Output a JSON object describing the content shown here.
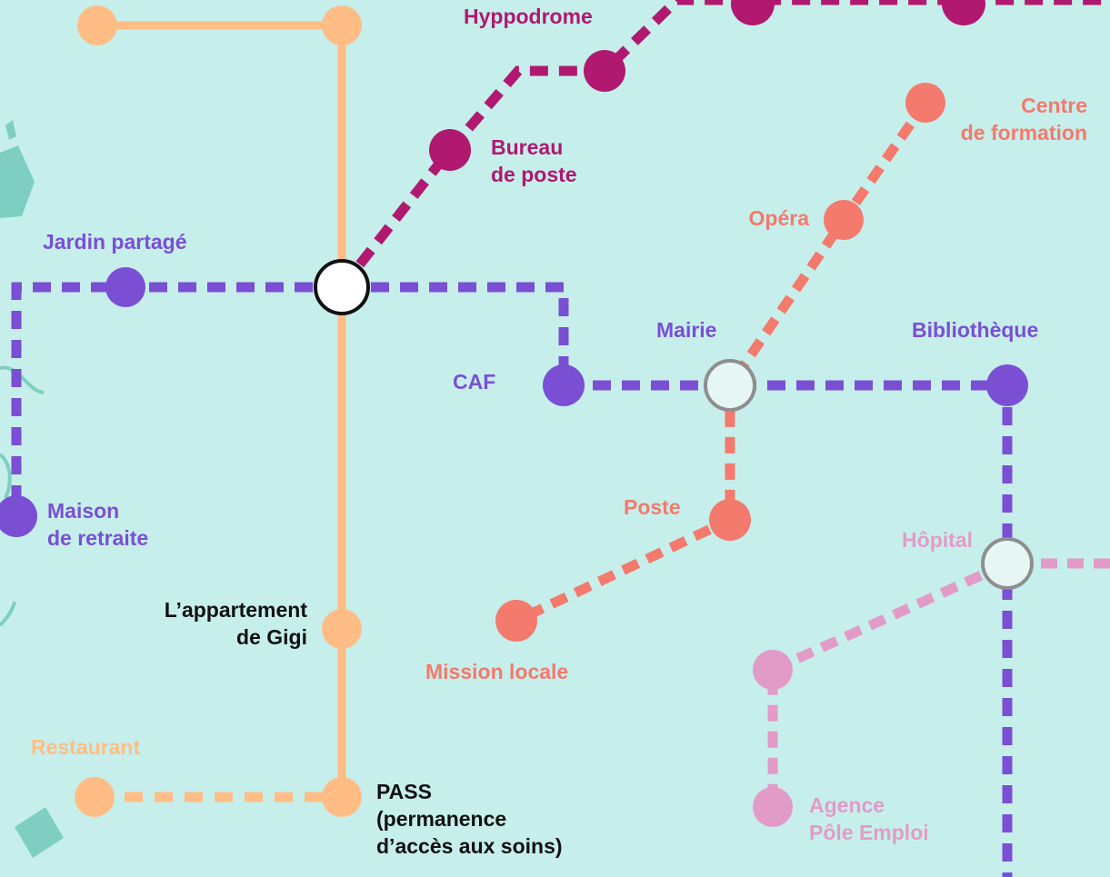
{
  "colors": {
    "background": "#c6efec",
    "decoration": "#7ecfc2",
    "line_orange": "#ffbd85",
    "line_magenta": "#b0196f",
    "line_salmon": "#f37a6c",
    "line_purple": "#7a4fd4",
    "line_pink": "#e29bc7",
    "interchange_fill": "#e6f6f4",
    "interchange_border": "#8e8e8e",
    "main_hub_fill": "#ffffff",
    "main_hub_border": "#111111"
  },
  "stations": {
    "hippodrome": "Hyppodrome",
    "bureau_de_poste": "Bureau\nde poste",
    "centre_de_formation": "Centre\nde formation",
    "opera": "Opéra",
    "jardin_partage": "Jardin partagé",
    "mairie": "Mairie",
    "bibliotheque": "Bibliothèque",
    "caf": "CAF",
    "maison_de_retraite": "Maison\nde retraite",
    "poste": "Poste",
    "hopital": "Hôpital",
    "appartement_gigi": "L’appartement\nde Gigi",
    "mission_locale": "Mission locale",
    "restaurant": "Restaurant",
    "pass": "PASS\n(permanence\nd’accès aux soins)",
    "agence_pole_emploi": "Agence\nPôle Emploi"
  }
}
